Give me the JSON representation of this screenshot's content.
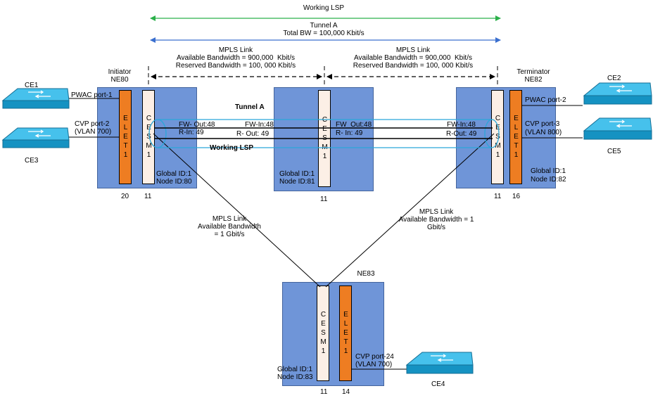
{
  "top": {
    "working_lsp": "Working LSP",
    "tunnel_a_title": "Tunnel A",
    "total_bw": "Total BW = 100,000 Kbit/s",
    "link_left": {
      "title": "MPLS Link",
      "available": "Available Bandwidth = 900,000  Kbit/s",
      "reserved": "Reserved Bandwidth = 100, 000 Kbit/s"
    },
    "link_right": {
      "title": "MPLS Link",
      "available": "Available Bandwidth = 900,000  Kbit/s",
      "reserved": "Reserved Bandwidth = 100, 000 Kbit/s"
    }
  },
  "ne80": {
    "role": "Initiator",
    "name": "NE80",
    "cesm": "CESM1",
    "elet": "ELET1",
    "slot_elet": "20",
    "slot_cesm": "11",
    "global_id": "Global ID:1",
    "node_id": "Node ID:80",
    "fw_out": "FW- Out:48",
    "r_in": "R-In: 49",
    "port_pwac": "PWAC port-1",
    "port_cvp": "CVP port-2",
    "port_vlan": "(VLAN 700)"
  },
  "ne81": {
    "cesm": "CESM1",
    "slot_cesm": "11",
    "global_id": "Global ID:1",
    "node_id": "Node ID:81",
    "fw_in": "FW-In:48",
    "r_out": "R- Out: 49",
    "fw_out": "FW_Out:48",
    "r_in": "R- In: 49"
  },
  "ne82": {
    "role": "Terminator",
    "name": "NE82",
    "cesm": "CESM1",
    "elet": "ELET1",
    "slot_cesm": "11",
    "slot_elet": "16",
    "global_id": "Global ID:1",
    "node_id": "Node ID:82",
    "fw_in": "FW-In:48",
    "r_out": "R-Out: 49",
    "port_pwac": "PWAC port-2",
    "port_cvp": "CVP port-3",
    "port_vlan": "(VLAN 800)"
  },
  "ne83": {
    "name": "NE83",
    "cesm": "CESM1",
    "elet": "ELET1",
    "slot_cesm": "11",
    "slot_elet": "14",
    "global_id": "Global ID:1",
    "node_id": "Node ID:83",
    "port_cvp": "CVP port-24",
    "port_vlan": "(VLAN 700)"
  },
  "tunnel": {
    "tunnel_a": "Tunnel A",
    "working_lsp": "Working LSP"
  },
  "links": {
    "left": {
      "title": "MPLS Link",
      "line1": "Available Bandwidth",
      "line2": "= 1 Gbit/s"
    },
    "right": {
      "title": "MPLS Link",
      "line1": "Available Bandwidth = 1",
      "line2": "Gbit/s"
    }
  },
  "ce": {
    "ce1": "CE1",
    "ce2": "CE2",
    "ce3": "CE3",
    "ce4": "CE4",
    "ce5": "CE5"
  },
  "colors": {
    "ne_fill": "#6f95d8",
    "switch": "#1ea9dc",
    "green_arrow": "#2bb04a",
    "blue_arrow": "#3a6fcf",
    "tunnel": "#2aa7d9",
    "elet": "#ee7d22",
    "cesm": "#fcefe6"
  }
}
